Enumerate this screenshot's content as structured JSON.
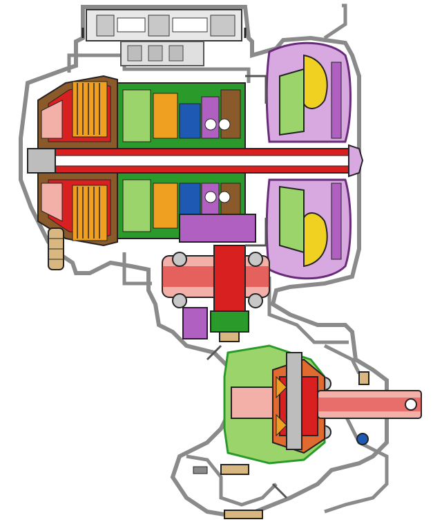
{
  "diagram": {
    "type": "transmission-cutaway",
    "parts": [
      "valve-body",
      "transmission-housing",
      "main-shaft",
      "clutch-pack",
      "planetary-gear-set",
      "torque-converter",
      "turbine",
      "stator",
      "intermediate-gear",
      "final-drive",
      "differential",
      "output-shaft",
      "bearing",
      "bolt"
    ],
    "colors": {
      "housing": "#8a8a8a",
      "housing_dark": "#555555",
      "shaft": "#d92020",
      "shaft_light": "#f2b0a8",
      "clutch": "#f0a020",
      "clutch_brown": "#8a5a2a",
      "carrier_green": "#2a9a2a",
      "carrier_light": "#9ad46a",
      "planetary_blue": "#1e5ab4",
      "converter_purple": "#b060c0",
      "converter_light": "#d8a8e0",
      "turbine_yellow": "#f0d020",
      "bearing_gray": "#c8c8c8",
      "bolt_tan": "#d8b880",
      "final_drive_orange": "#e06a30"
    }
  }
}
